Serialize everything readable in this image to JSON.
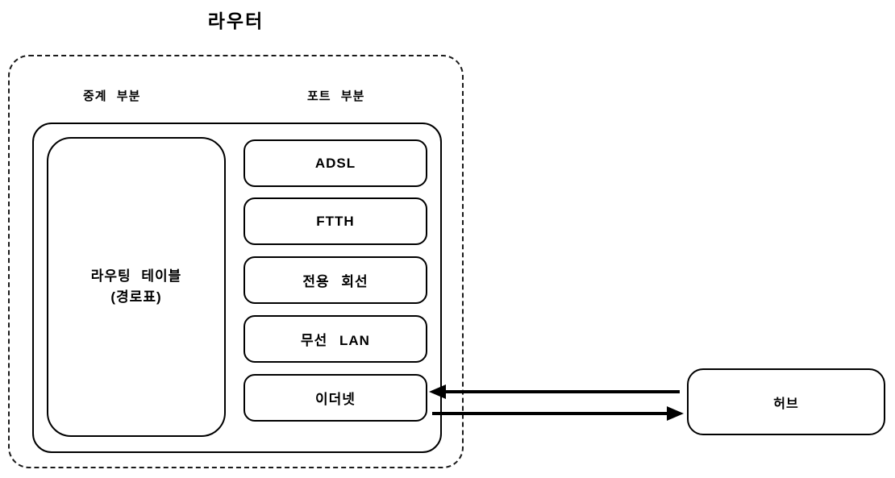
{
  "title": "라우터",
  "router": {
    "relay_section_label": "중계 부분",
    "port_section_label": "포트 부분",
    "routing_table_line1": "라우팅 테이블",
    "routing_table_line2": "(경로표)",
    "ports": [
      "ADSL",
      "FTTH",
      "전용 회선",
      "무선 LAN",
      "이더넷"
    ]
  },
  "hub_label": "허브",
  "colors": {
    "line": "#000000",
    "background": "#ffffff"
  }
}
